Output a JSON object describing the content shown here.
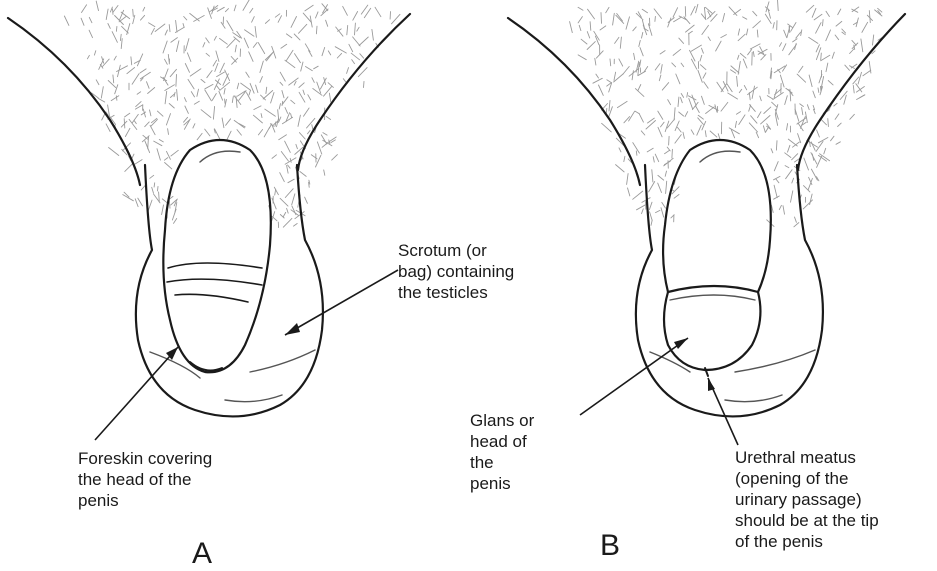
{
  "panels": [
    {
      "letter": "A"
    },
    {
      "letter": "B"
    }
  ],
  "labels": {
    "scrotum": "Scrotum (or\nbag) containing\nthe testicles",
    "foreskin": "Foreskin covering\nthe head of the\npenis",
    "glans": "Glans or\nhead of\nthe\npenis",
    "meatus": "Urethral meatus\n(opening of the\nurinary passage)\nshould be at the tip\nof the penis"
  },
  "colors": {
    "line": "#1a1a1a",
    "hair": "#9a9a9a",
    "background": "#ffffff"
  }
}
